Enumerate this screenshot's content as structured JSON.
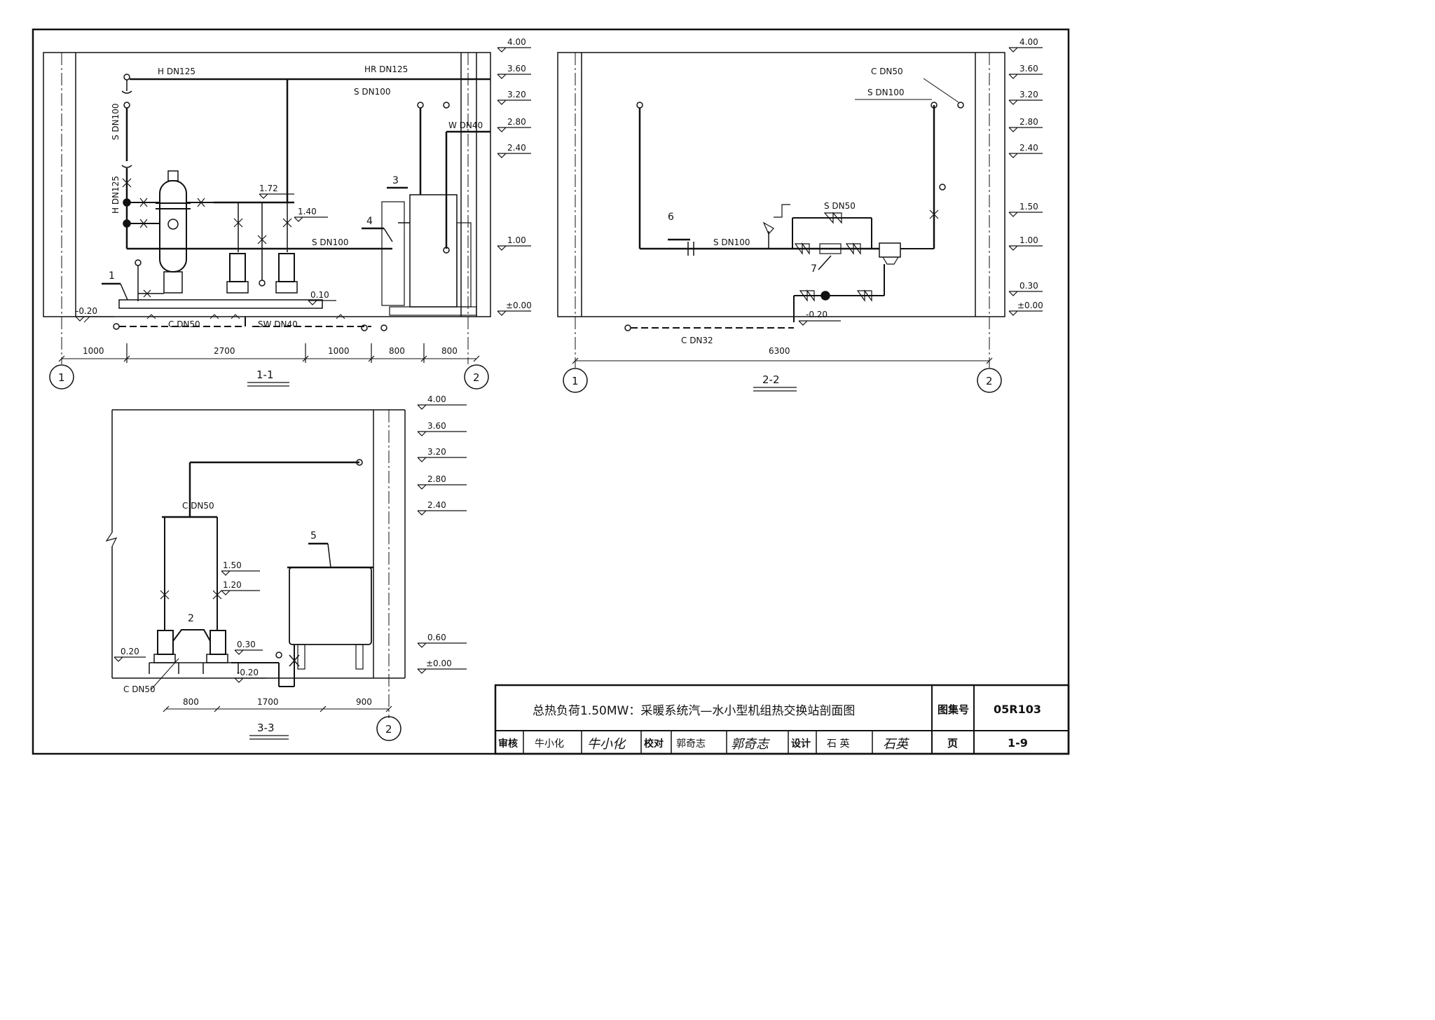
{
  "elevations": {
    "e400": "4.00",
    "e360": "3.60",
    "e320": "3.20",
    "e280": "2.80",
    "e240": "2.40",
    "e150": "1.50",
    "e100": "1.00",
    "e030": "0.30",
    "e000": "±0.00",
    "e172": "1.72",
    "e140": "1.40",
    "e010": "0.10",
    "em020": "-0.20",
    "e120": "1.20",
    "e060": "0.60",
    "e020": "0.20"
  },
  "section_1_1": {
    "label": "1-1",
    "pipes": {
      "h_dn125_top": "H DN125",
      "hr_dn125": "HR DN125",
      "s_dn100_vert": "S DN100",
      "h_dn125_vert": "H DN125",
      "s_dn100_upper": "S DN100",
      "w_dn40": "W DN40",
      "s_dn100_mid": "S DN100",
      "c_dn50": "C DN50",
      "sw_dn40": "SW DN40"
    },
    "items": [
      "1",
      "3",
      "4"
    ],
    "dims": [
      "1000",
      "2700",
      "1000",
      "800",
      "800"
    ],
    "axes": [
      "1",
      "2"
    ]
  },
  "section_2_2": {
    "label": "2-2",
    "pipes": {
      "c_dn50": "C DN50",
      "s_dn100_top": "S DN100",
      "s_dn50": "S DN50",
      "s_dn100_left": "S DN100",
      "c_dn32": "C DN32"
    },
    "items": [
      "6",
      "7"
    ],
    "dims": [
      "6300"
    ],
    "axes": [
      "1",
      "2"
    ]
  },
  "section_3_3": {
    "label": "3-3",
    "pipes": {
      "c_dn50_top": "C DN50",
      "c_dn50_bottom": "C DN50"
    },
    "items": [
      "5",
      "2"
    ],
    "dims": [
      "800",
      "1700",
      "900"
    ],
    "axes": [
      "2"
    ]
  },
  "title_block": {
    "title": "总热负荷1.50MW：采暖系统汽—水小型机组热交换站剖面图",
    "atlas_label": "图集号",
    "atlas_no": "05R103",
    "review_label": "审核",
    "reviewer": "牛小化",
    "reviewer_sig": "牛小化",
    "check_label": "校对",
    "checker": "郭奇志",
    "checker_sig": "郭奇志",
    "design_label": "设计",
    "designer": "石 英",
    "designer_sig": "石英",
    "page_label": "页",
    "page_no": "1-9"
  }
}
